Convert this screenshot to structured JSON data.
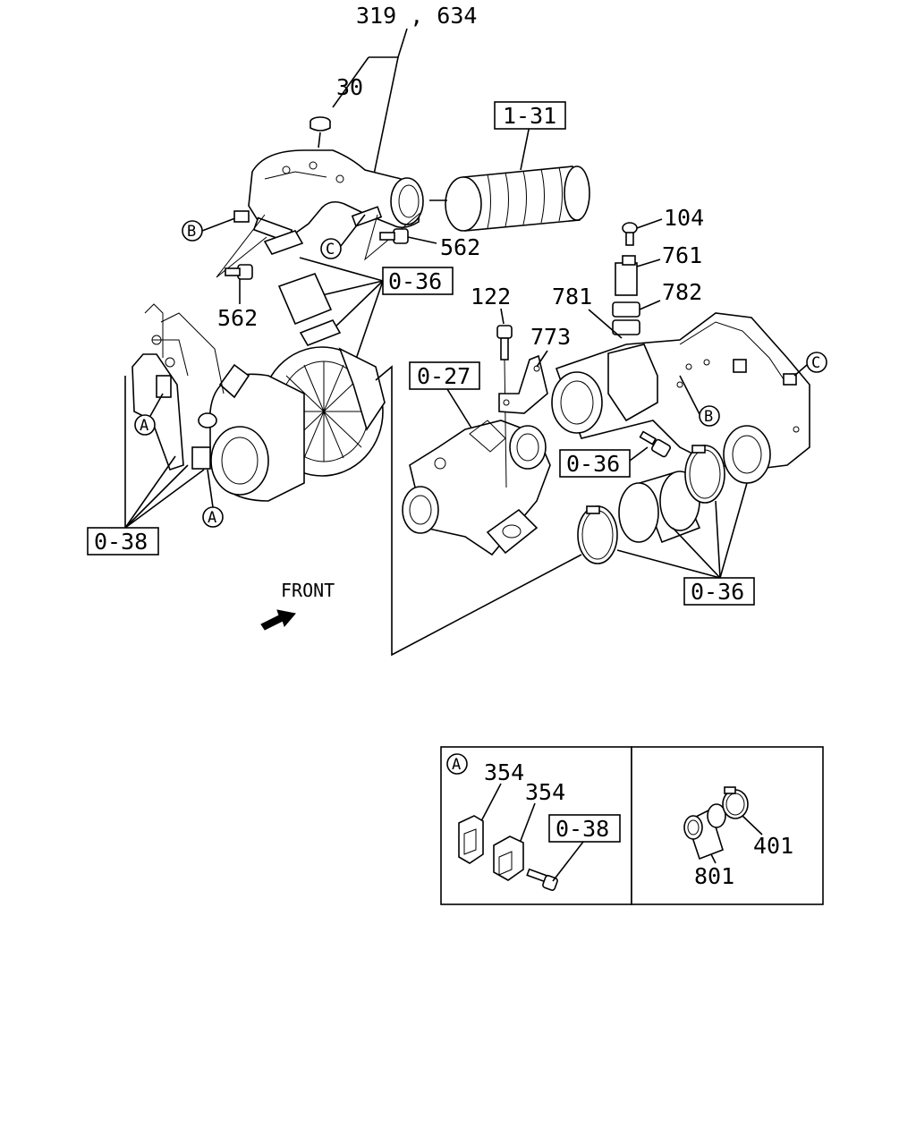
{
  "callouts": {
    "c319_634": "319 , 634",
    "c30": "30",
    "c562a": "562",
    "c562b": "562",
    "c104": "104",
    "c761": "761",
    "c781": "781",
    "c782": "782",
    "c122": "122",
    "c773": "773",
    "c354a": "354",
    "c354b": "354",
    "c401": "401",
    "c801": "801"
  },
  "refboxes": {
    "r1_31": "1-31",
    "r0_36a": "0-36",
    "r0_27": "0-27",
    "r0_36b": "0-36",
    "r0_36c": "0-36",
    "r0_38a": "0-38",
    "r0_38b": "0-38"
  },
  "markers": {
    "a1": "A",
    "a2": "A",
    "a3": "A",
    "b1": "B",
    "b2": "B",
    "c1": "C",
    "c2": "C"
  },
  "front_label": "FRONT"
}
